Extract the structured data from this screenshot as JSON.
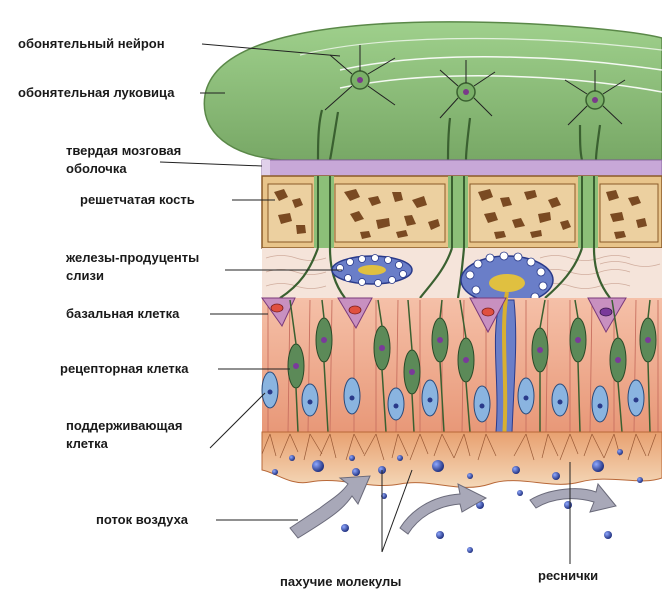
{
  "labels": {
    "neuron": "обонятельный нейрон",
    "bulb": "обонятельная луковица",
    "dura_1": "твердая мозговая",
    "dura_2": "оболочка",
    "bone": "решетчатая кость",
    "glands_1": "железы-продуценты",
    "glands_2": "слизи",
    "basal": "базальная клетка",
    "receptor": "рецепторная клетка",
    "support_1": "поддерживающая",
    "support_2": "клетка",
    "airflow": "поток воздуха",
    "molecules": "пахучие молекулы",
    "cilia": "реснички"
  },
  "colors": {
    "bulb": "#8cbf78",
    "dura": "#c8a8d8",
    "bone": "#e8c48a",
    "bone_spot": "#7a4a22",
    "mucus_layer": "#f5d8cc",
    "epithelium": "#f0a890",
    "receptor_cell": "#5c8a58",
    "support_cell": "#8ab4e0",
    "basal_cell": "#c890c0",
    "gland": "#6a7ec8",
    "mucus_duct": "#d8b030",
    "cilia_base": "#e0a878",
    "arrow": "#a8a8b8",
    "molecule": "#2a3a8a"
  },
  "icons": [
    "airflow-arrow-icon",
    "odor-molecule-icon"
  ]
}
